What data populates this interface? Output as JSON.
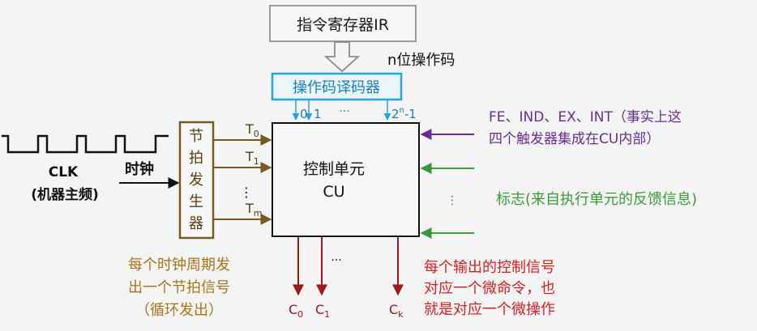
{
  "diagram": {
    "ir_label": "指令寄存器IR",
    "opcode_bits_label": "n位操作码",
    "decoder_label": "操作码译码器",
    "decoder_outputs": {
      "out0": "0",
      "out1": "1",
      "dots": "···",
      "outN_base": "2",
      "outN_sup": "n",
      "outN_suffix": "-1"
    },
    "clk_label": "CLK",
    "clk_sub_label": "(机器主频)",
    "clock_label": "时钟",
    "beat_generator_chars": [
      "节",
      "拍",
      "发",
      "生",
      "器"
    ],
    "timing_signals": {
      "t0": {
        "base": "T",
        "sub": "0"
      },
      "t1": {
        "base": "T",
        "sub": "1"
      },
      "dots": "⋮",
      "tm": {
        "base": "T",
        "sub": "m"
      }
    },
    "control_unit_title": "控制单元",
    "control_unit_abbr": "CU",
    "beat_note_lines": [
      "每个时钟周期发",
      "出一个节拍信号",
      "（循环发出）"
    ],
    "flipflop_note_lines": [
      "FE、IND、EX、INT（事实上这",
      "四个触发器集成在CU内部）"
    ],
    "flags_label": "标志(来自执行单元的反馈信息)",
    "flags_dots": "⋮",
    "outputs": {
      "c0": {
        "base": "C",
        "sub": "0"
      },
      "c1": {
        "base": "C",
        "sub": "1"
      },
      "dots": "···",
      "ck": {
        "base": "C",
        "sub": "k"
      }
    },
    "output_note_lines": [
      "每个输出的控制信号",
      "对应一个微命令，也",
      "就是对应一个微操作"
    ]
  },
  "colors": {
    "ir_border": "#9a9a9a",
    "decoder": "#29a3dc",
    "decoder_fill": "#eaf6fc",
    "beat_generator": "#7a5a1e",
    "timing_lines": "#7a5a1e",
    "timing_label": "#5a3e10",
    "note_gold": "#a8741a",
    "purple": "#6a2c91",
    "green": "#3a9a3a",
    "output_red": "#a01818",
    "note_red": "#d42020",
    "black": "#111111"
  }
}
